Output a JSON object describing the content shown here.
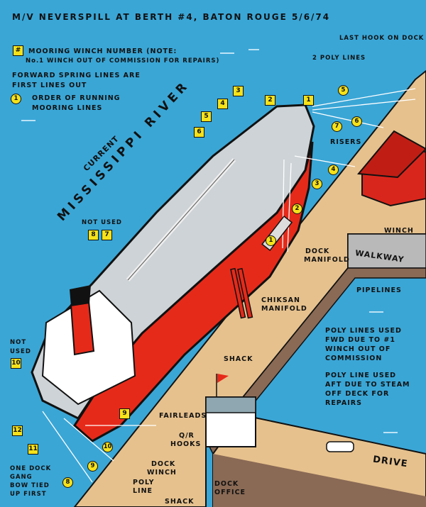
{
  "title": "M/V NEVERSPILL AT BERTH #4, BATON ROUGE 5/6/74",
  "legend": {
    "winch_symbol": "#",
    "winch_text": "MOORING WINCH NUMBER (NOTE:",
    "winch_note": "No.1 WINCH OUT OF COMMISSION FOR REPAIRS)",
    "spring_1": "FORWARD SPRING LINES ARE",
    "spring_2": "FIRST LINES OUT",
    "order_symbol": "1",
    "order_1": "ORDER OF RUNNING",
    "order_2": "MOORING LINES"
  },
  "river": {
    "name": "MISSISSIPPI RIVER",
    "current": "CURRENT"
  },
  "labels": {
    "last_hook": "LAST HOOK ON DOCK",
    "poly_lines": "2 POLY LINES",
    "risers": "RISERS",
    "winch": "WINCH",
    "walkway": "WALKWAY",
    "pipelines": "PIPELINES",
    "dock_manifold_1": "DOCK",
    "dock_manifold_2": "MANIFOLD",
    "chiksan_1": "CHIKSAN",
    "chiksan_2": "MANIFOLD",
    "not_used_fwd": "NOT USED",
    "not_used_aft_1": "NOT",
    "not_used_aft_2": "USED",
    "shack_top": "SHACK",
    "fairleads": "FAIRLEADS",
    "qr_1": "Q/R",
    "qr_2": "HOOKS",
    "dock_winch_1": "DOCK",
    "dock_winch_2": "WINCH",
    "poly_line_1": "POLY",
    "poly_line_2": "LINE",
    "shack_bottom": "SHACK",
    "dock_office_1": "DOCK",
    "dock_office_2": "OFFICE",
    "drive": "DRIVE",
    "bow_1": "ONE DOCK",
    "bow_2": "GANG",
    "bow_3": "BOW TIED",
    "bow_4": "UP FIRST"
  },
  "notes": {
    "fwd": [
      "POLY LINES USED",
      "FWD DUE TO #1",
      "WINCH OUT OF",
      "COMMISSION"
    ],
    "aft": [
      "POLY LINE USED",
      "AFT DUE TO STEAM",
      "OFF DECK FOR",
      "REPAIRS"
    ]
  },
  "winch_numbers": [
    "1",
    "2",
    "3",
    "4",
    "5",
    "6",
    "7",
    "8",
    "9",
    "10",
    "11",
    "12"
  ],
  "line_order": [
    "1",
    "2",
    "3",
    "4",
    "5",
    "6",
    "7",
    "8",
    "9",
    "10"
  ],
  "colors": {
    "water": "#3aa6d6",
    "dock": "#e6c18d",
    "hull": "#e62a1a",
    "marker": "#f6e21a",
    "warehouse": "#d9261c"
  }
}
